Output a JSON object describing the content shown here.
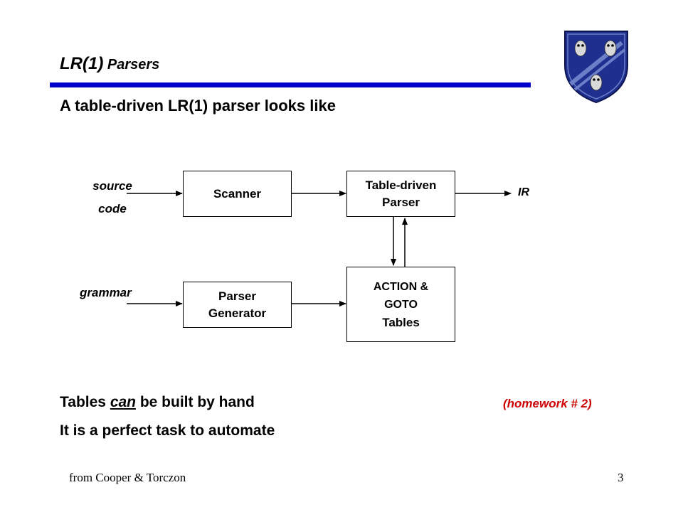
{
  "slide": {
    "title_main": "LR(1)",
    "title_sub": " Parsers",
    "lead": "A table-driven LR(1) parser looks like",
    "line1_pre": "Tables ",
    "line1_em": "can",
    "line1_post": " be built by hand",
    "homework": "(homework # 2)",
    "line2": "It is a perfect task to automate",
    "footer_left": "from Cooper & Torczon",
    "page_number": "3"
  },
  "diagram": {
    "inputs": {
      "source_line1": "source",
      "source_line2": "code",
      "grammar": "grammar",
      "ir": "IR"
    },
    "boxes": {
      "scanner": "Scanner",
      "parser_line1": "Table-driven",
      "parser_line2": "Parser",
      "generator_line1": "Parser",
      "generator_line2": "Generator",
      "tables_line1": "ACTION &",
      "tables_line2": "GOTO",
      "tables_line3": "Tables"
    }
  },
  "colors": {
    "rule": "#0000cc",
    "homework": "#cc0000",
    "shield": "#1f2f8f",
    "shield_stripe": "#6b7fc8"
  },
  "icons": {
    "crest": "owl-shield-crest-icon"
  }
}
